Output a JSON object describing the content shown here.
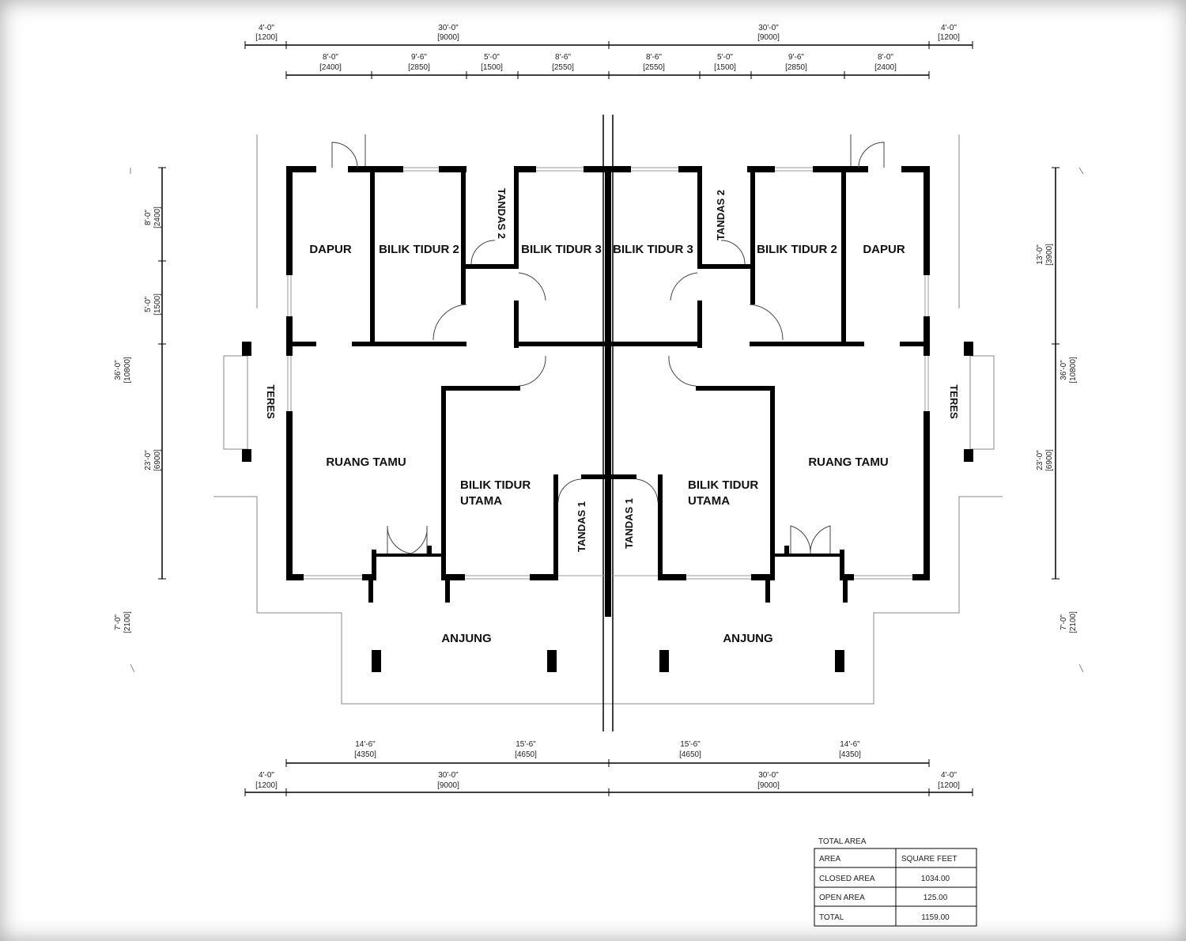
{
  "rooms": {
    "left": {
      "dapur": "DAPUR",
      "bilik_tidur_2": "BILIK TIDUR 2",
      "tandas_2": "TANDAS 2",
      "bilik_tidur_3": "BILIK TIDUR 3",
      "teres": "TERES",
      "ruang_tamu": "RUANG TAMU",
      "bilik_tidur_utama_1": "BILIK TIDUR",
      "bilik_tidur_utama_2": "UTAMA",
      "tandas_1": "TANDAS 1",
      "anjung": "ANJUNG"
    },
    "right": {
      "dapur": "DAPUR",
      "bilik_tidur_2": "BILIK TIDUR 2",
      "tandas_2": "TANDAS 2",
      "bilik_tidur_3": "BILIK TIDUR 3",
      "teres": "TERES",
      "ruang_tamu": "RUANG TAMU",
      "bilik_tidur_utama_1": "BILIK TIDUR",
      "bilik_tidur_utama_2": "UTAMA",
      "tandas_1": "TANDAS 1",
      "anjung": "ANJUNG"
    }
  },
  "dimensions": {
    "top_outer": [
      {
        "ft": "4'-0\"",
        "mm": "[1200]"
      },
      {
        "ft": "30'-0\"",
        "mm": "[9000]"
      },
      {
        "ft": "30'-0\"",
        "mm": "[9000]"
      },
      {
        "ft": "4'-0\"",
        "mm": "[1200]"
      }
    ],
    "top_inner": [
      {
        "ft": "8'-0\"",
        "mm": "[2400]"
      },
      {
        "ft": "9'-6\"",
        "mm": "[2850]"
      },
      {
        "ft": "5'-0\"",
        "mm": "[1500]"
      },
      {
        "ft": "8'-6\"",
        "mm": "[2550]"
      },
      {
        "ft": "8'-6\"",
        "mm": "[2550]"
      },
      {
        "ft": "5'-0\"",
        "mm": "[1500]"
      },
      {
        "ft": "9'-6\"",
        "mm": "[2850]"
      },
      {
        "ft": "8'-0\"",
        "mm": "[2400]"
      }
    ],
    "bottom_inner": [
      {
        "ft": "14'-6\"",
        "mm": "[4350]"
      },
      {
        "ft": "15'-6\"",
        "mm": "[4650]"
      },
      {
        "ft": "15'-6\"",
        "mm": "[4650]"
      },
      {
        "ft": "14'-6\"",
        "mm": "[4350]"
      }
    ],
    "bottom_outer": [
      {
        "ft": "4'-0\"",
        "mm": "[1200]"
      },
      {
        "ft": "30'-0\"",
        "mm": "[9000]"
      },
      {
        "ft": "30'-0\"",
        "mm": "[9000]"
      },
      {
        "ft": "4'-0\"",
        "mm": "[1200]"
      }
    ],
    "left_side": [
      {
        "ft": "8'-0\"",
        "mm": "[2400]"
      },
      {
        "ft": "5'-0\"",
        "mm": "[1500]"
      },
      {
        "ft": "36'-0\"",
        "mm": "[10800]"
      },
      {
        "ft": "23'-0\"",
        "mm": "[6900]"
      },
      {
        "ft": "7'-0\"",
        "mm": "[2100]"
      }
    ],
    "right_side": [
      {
        "ft": "13'-0\"",
        "mm": "[3900]"
      },
      {
        "ft": "36'-0\"",
        "mm": "[10800]"
      },
      {
        "ft": "23'-0\"",
        "mm": "[6900]"
      },
      {
        "ft": "7'-0\"",
        "mm": "[2100]"
      }
    ]
  },
  "area_table": {
    "title": "TOTAL AREA",
    "header": [
      "AREA",
      "SQUARE FEET"
    ],
    "rows": [
      [
        "CLOSED AREA",
        "1034.00"
      ],
      [
        "OPEN AREA",
        "125.00"
      ],
      [
        "TOTAL",
        "1159.00"
      ]
    ]
  }
}
